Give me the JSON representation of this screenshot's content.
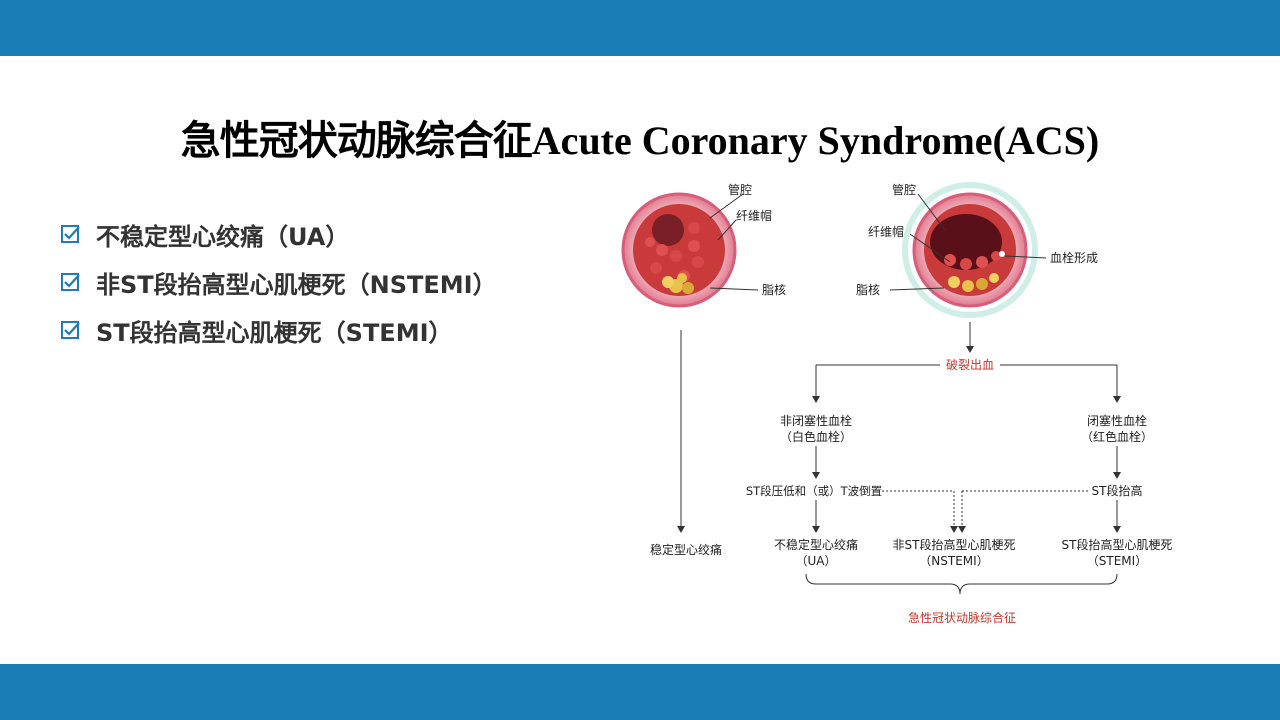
{
  "slide": {
    "title_cn": "急性冠状动脉综合征",
    "title_en": "Acute Coronary Syndrome(ACS)",
    "bar_color": "#1a7db5"
  },
  "bullets": [
    {
      "icon": "checkbox-icon",
      "text": "不稳定型心绞痛（UA）"
    },
    {
      "icon": "checkbox-icon",
      "text": "非ST段抬高型心肌梗死（NSTEMI）"
    },
    {
      "icon": "checkbox-icon",
      "text": "ST段抬高型心肌梗死（STEMI）"
    }
  ],
  "diagram": {
    "vessel_left": {
      "lumen": "管腔",
      "cap": "纤维帽",
      "core": "脂核"
    },
    "vessel_right": {
      "lumen": "管腔",
      "cap": "纤维帽",
      "thrombus": "血栓形成",
      "core": "脂核"
    },
    "rupture": "破裂出血",
    "nonocclusive": {
      "line1": "非闭塞性血栓",
      "line2": "（白色血栓）"
    },
    "occlusive": {
      "line1": "闭塞性血栓",
      "line2": "（红色血栓）"
    },
    "st_depression": "ST段压低和（或）T波倒置",
    "st_elevation": "ST段抬高",
    "stable_angina": "稳定型心绞痛",
    "ua": {
      "line1": "不稳定型心绞痛",
      "line2": "（UA）"
    },
    "nstemi": {
      "line1": "非ST段抬高型心肌梗死",
      "line2": "（NSTEMI）"
    },
    "stemi": {
      "line1": "ST段抬高型心肌梗死",
      "line2": "（STEMI）"
    },
    "acs": "急性冠状动脉综合征",
    "accent_color": "#c0392b"
  }
}
